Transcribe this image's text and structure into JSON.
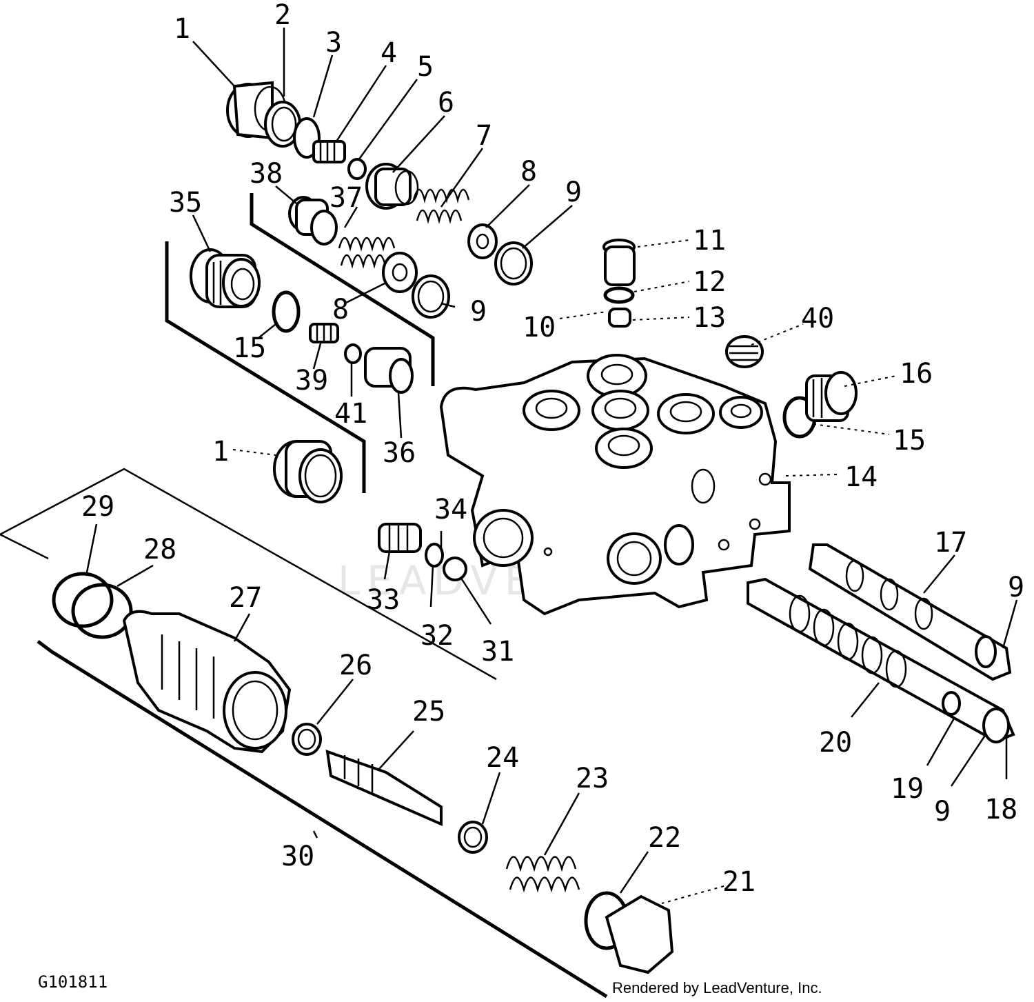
{
  "diagram": {
    "figure_id": "G101811",
    "watermark": "LEADVENTURE",
    "credit": "Rendered by LeadVenture, Inc.",
    "callouts": [
      "1",
      "2",
      "3",
      "4",
      "5",
      "6",
      "7",
      "8",
      "9",
      "38",
      "37",
      "35",
      "15",
      "39",
      "41",
      "36",
      "8",
      "9",
      "1",
      "11",
      "12",
      "13",
      "10",
      "40",
      "16",
      "15",
      "14",
      "17",
      "9",
      "29",
      "28",
      "27",
      "34",
      "33",
      "32",
      "31",
      "26",
      "25",
      "24",
      "23",
      "22",
      "21",
      "20",
      "19",
      "9",
      "18",
      "30"
    ]
  }
}
